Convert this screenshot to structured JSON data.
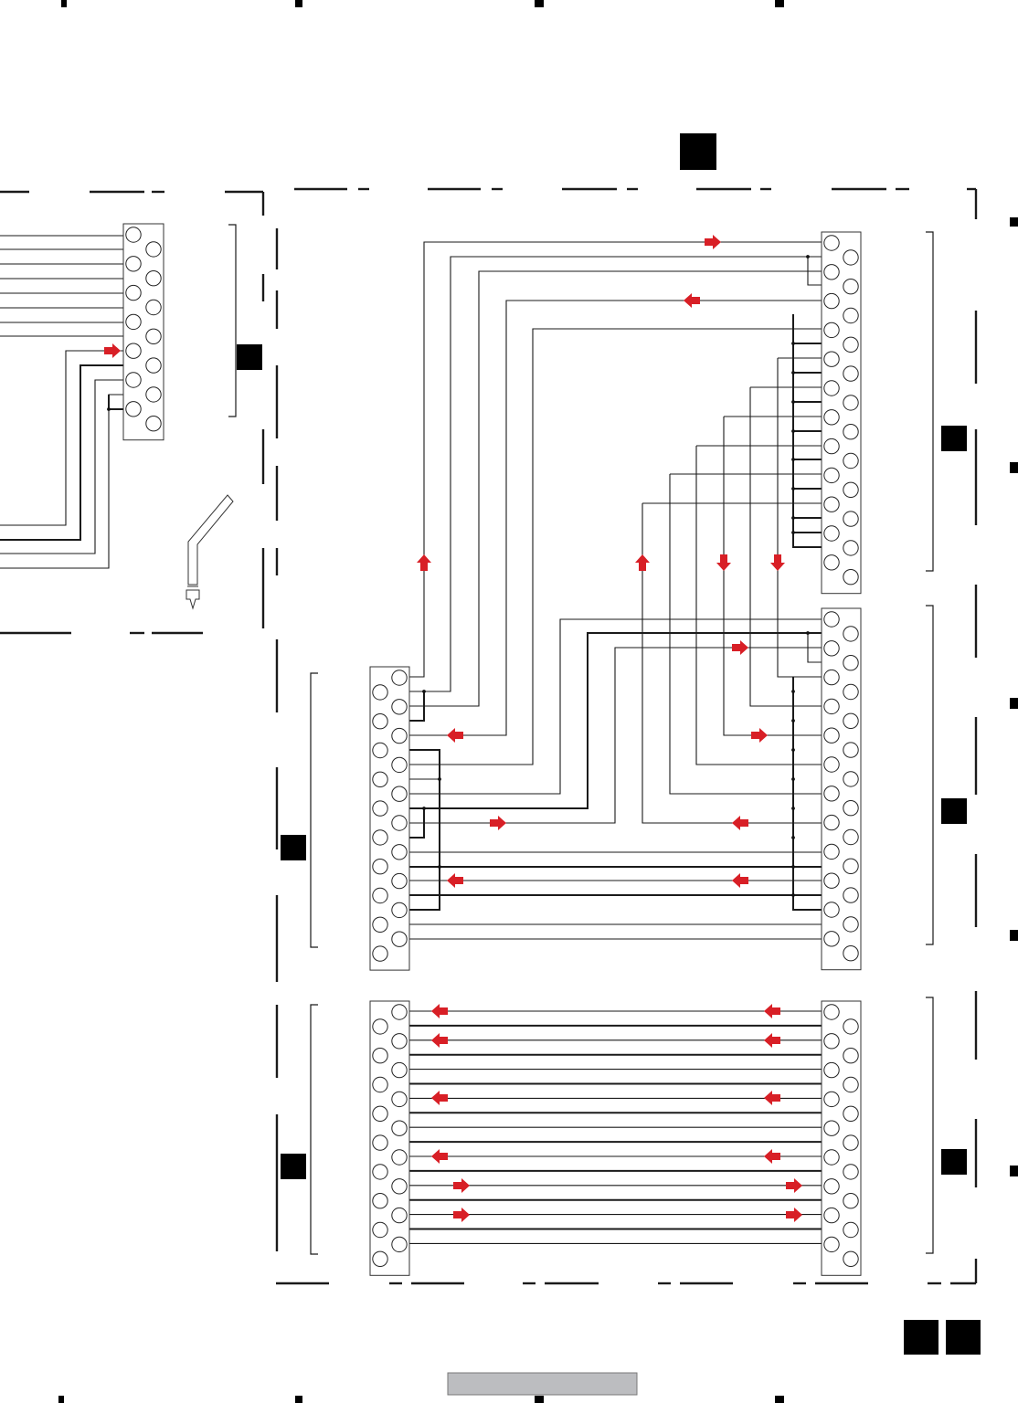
{
  "diagram": {
    "colors": {
      "wire": "#1a1a1a",
      "signal_arrow": "#d81f26",
      "footer_bar": "#bcbdc0",
      "block_fill": "#000000"
    },
    "icons": [
      "probe-tool-icon",
      "signal-arrow-icon"
    ],
    "connectors": [
      {
        "id": "top-left-connector",
        "pins": 14
      },
      {
        "id": "upper-right-connector",
        "pins": 24
      },
      {
        "id": "middle-left-connector",
        "pins": 20
      },
      {
        "id": "middle-right-connector",
        "pins": 24
      },
      {
        "id": "lower-left-connector",
        "pins": 18
      },
      {
        "id": "lower-right-connector",
        "pins": 18
      }
    ]
  }
}
